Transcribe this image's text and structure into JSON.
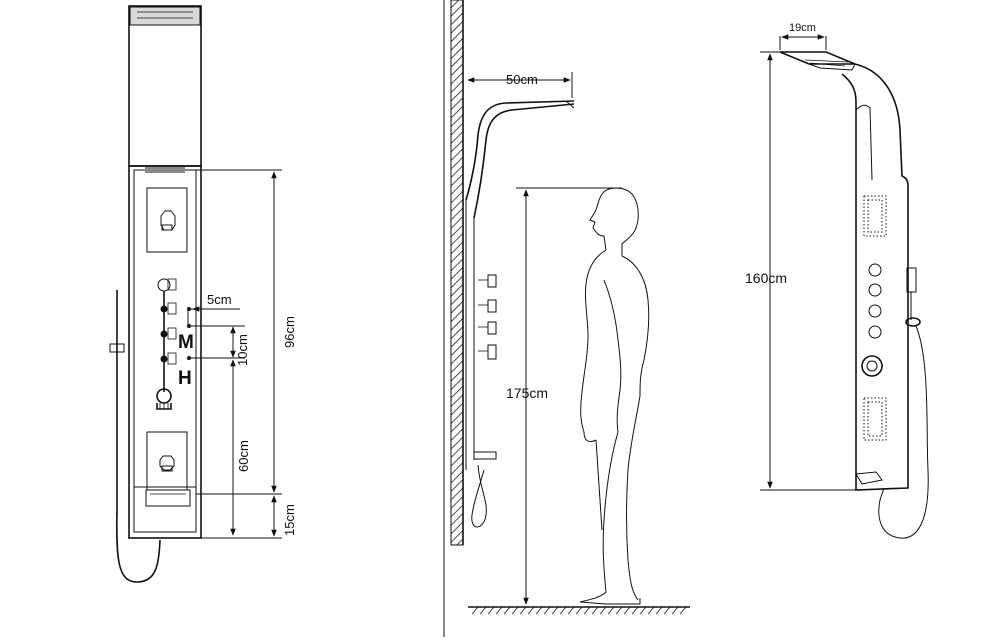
{
  "views": {
    "front": {
      "dims": {
        "spacing": "5cm",
        "between_jets": "10cm",
        "panel_height": "96cm",
        "to_lower": "60cm",
        "floor_gap": "15cm"
      },
      "letters": {
        "m": "M",
        "h": "H"
      }
    },
    "side_person": {
      "dims": {
        "projection": "50cm",
        "person_height": "175cm"
      }
    },
    "perspective": {
      "dims": {
        "head_width": "19cm",
        "outlet_height": "160cm"
      }
    }
  }
}
